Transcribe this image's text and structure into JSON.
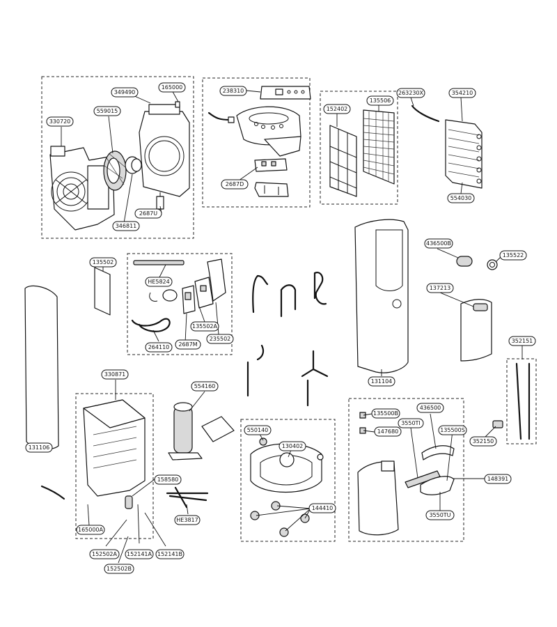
{
  "callouts": {
    "p349490": "349490",
    "p165000": "165000",
    "p330720": "330720",
    "p559015": "559015",
    "p2687U": "2687U",
    "p346811": "346811",
    "p238310": "238310",
    "p2687D": "2687D",
    "p152402": "152402",
    "p135506": "135506",
    "p263230X": "263230X",
    "p354210": "354210",
    "p554030": "554030",
    "p135502": "135502",
    "pHE5824": "HE5824",
    "p135502A": "135502A",
    "p264110": "264110",
    "p2687M": "2687M",
    "p235502": "235502",
    "p436500B": "436500B",
    "p135522": "135522",
    "p137213": "137213",
    "p131104": "131104",
    "p131106": "131106",
    "p330871": "330871",
    "p554160": "554160",
    "p158580": "158580",
    "pHE3817": "HE3817",
    "p165000A": "165000A",
    "p152502A": "152502A",
    "p152141A": "152141A",
    "p152141B": "152141B",
    "p152502B": "152502B",
    "p550140": "550140",
    "p130402": "130402",
    "p144410": "144410",
    "p135500B": "135500B",
    "p147680": "147680",
    "p436500": "436500",
    "p135500S": "135500S",
    "p3550TI": "3550TI",
    "p148391": "148391",
    "p3550TU": "3550TU",
    "p352151": "352151",
    "p352150": "352150"
  }
}
